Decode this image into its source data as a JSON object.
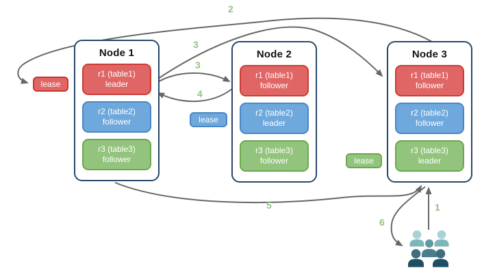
{
  "nodes": [
    {
      "title": "Node 1",
      "replicas": [
        {
          "name": "r1 (table1)",
          "role": "leader"
        },
        {
          "name": "r2 (table2)",
          "role": "follower"
        },
        {
          "name": "r3 (table3)",
          "role": "follower"
        }
      ]
    },
    {
      "title": "Node 2",
      "replicas": [
        {
          "name": "r1 (table1)",
          "role": "follower"
        },
        {
          "name": "r2 (table2)",
          "role": "leader"
        },
        {
          "name": "r3 (table3)",
          "role": "follower"
        }
      ]
    },
    {
      "title": "Node 3",
      "replicas": [
        {
          "name": "r1 (table1)",
          "role": "follower"
        },
        {
          "name": "r2 (table2)",
          "role": "follower"
        },
        {
          "name": "r3 (table3)",
          "role": "leader"
        }
      ]
    }
  ],
  "leases": [
    {
      "label": "lease",
      "color": "#e06666"
    },
    {
      "label": "lease",
      "color": "#6fa8dc"
    },
    {
      "label": "lease",
      "color": "#93c47d"
    }
  ],
  "steps": {
    "s1": "1",
    "s2": "2",
    "s3a": "3",
    "s3b": "3",
    "s4": "4",
    "s5": "5",
    "s6": "6"
  },
  "icons": {
    "users": "users-group-icon"
  },
  "colors": {
    "replica_red": "#e06666",
    "replica_red_border": "#cc3b33",
    "replica_blue": "#6fa8dc",
    "replica_blue_border": "#4a86c6",
    "replica_green": "#93c47d",
    "replica_green_border": "#6aa84f",
    "node_border": "#27466b",
    "arrow": "#666666",
    "step_label": "#93c47d",
    "users_light_head": "#a6d4d6",
    "users_light_body": "#7db6ba",
    "users_mid_head": "#5d9aa4",
    "users_mid_body": "#4b7d8f",
    "users_dark_head": "#3f6d7d",
    "users_dark_body": "#1f4d61"
  }
}
